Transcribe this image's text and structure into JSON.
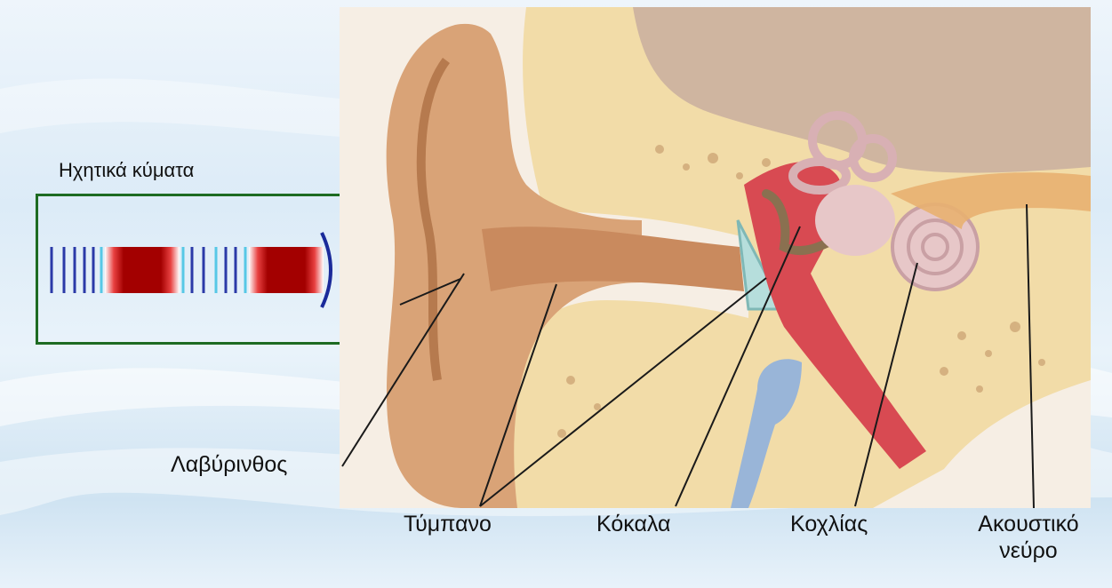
{
  "wave_panel": {
    "title": "Ηχητικά κύματα"
  },
  "labels": {
    "labyrinth": "Λαβύρινθος",
    "eardrum": "Τύμπανο",
    "bones": "Κόκαλα",
    "cochlea": "Κοχλίας",
    "nerve": "Ακουστικό νεύρο"
  },
  "colors": {
    "frame": "#1d6b22",
    "compression": "#a30000",
    "rarefaction_line": "#2b3aa8",
    "light_line": "#57c8e6",
    "skin": "#d9a377",
    "bone": "#f2dca8",
    "canal": "#d84a52"
  }
}
